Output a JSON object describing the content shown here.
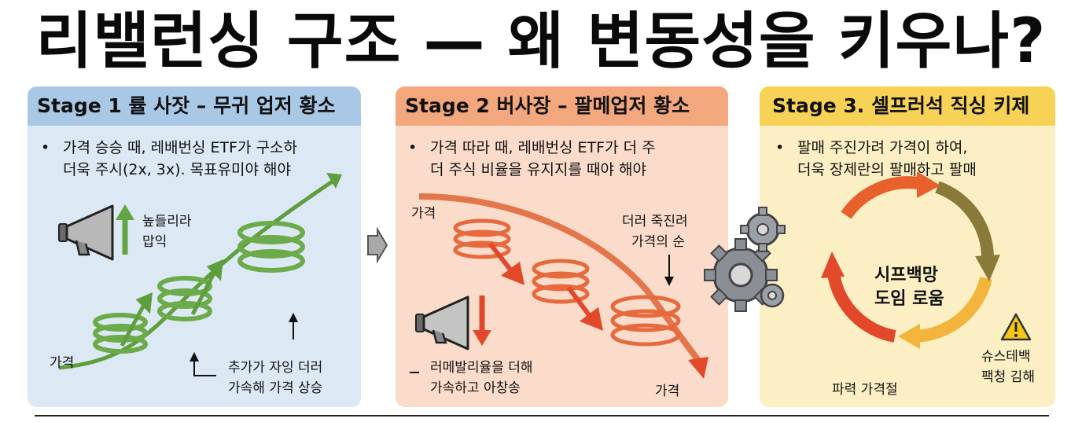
{
  "title": "리밸런싱 구조 — 왜 변동성을 키우나?",
  "colors": {
    "stage1_header": "#a9c8e6",
    "stage1_bg": "#dce8f3",
    "stage1_accent": "#5e9e3d",
    "stage2_header": "#f3a77d",
    "stage2_bg": "#fbdccb",
    "stage2_accent": "#e2492a",
    "stage3_header": "#f7d257",
    "stage3_bg": "#fdefc4"
  },
  "stage1": {
    "header": "Stage 1 률 사잣 – 무귀 업저 황소",
    "bullet_line1": "가격 승승 때, 레배번싱 ETF가 구소하",
    "bullet_line2": "더욱 주시(2x, 3x). 목표유미야 해야",
    "megaphone_label_1": "높들리라",
    "megaphone_label_2": "맙익",
    "price_label": "가격",
    "note_line1": "추가가 자잉 더러",
    "note_line2": "가속해 가격 상승",
    "icons": [
      "megaphone-icon",
      "up-arrow-icon",
      "spring-coil-icon"
    ]
  },
  "stage2": {
    "header": "Stage 2 버사장 – 팔메업저 황소",
    "bullet_line1": "가격 따라 때, 레배번싱 ETF가 더 주",
    "bullet_line2": "더 주식 비율을 유지지를 때야 해야",
    "price_label_top": "가격",
    "note_line1": "더러 죽진려",
    "note_line2": "가격의 순",
    "mega_label_line1": "러메발리율을 더해",
    "mega_label_line2": "가속하고 아창송",
    "price_label_bottom": "가격",
    "icons": [
      "megaphone-icon",
      "down-arrow-icon",
      "spring-coil-icon"
    ]
  },
  "stage3": {
    "header": "Stage 3. 셀프러석 직싱 키제",
    "bullet_line1": "팔매 주진가려 가격이 하여,",
    "bullet_line2": "더욱 장제란의 팔매하고 팔매",
    "cycle_center_1": "시프백망",
    "cycle_center_2": "도임 로움",
    "warning_label_1": "슈스테백",
    "warning_label_2": "팩청 김해",
    "bottom_label": "파력 가격절",
    "icons": [
      "gear-icon",
      "cycle-arrows-icon",
      "warning-icon"
    ]
  }
}
